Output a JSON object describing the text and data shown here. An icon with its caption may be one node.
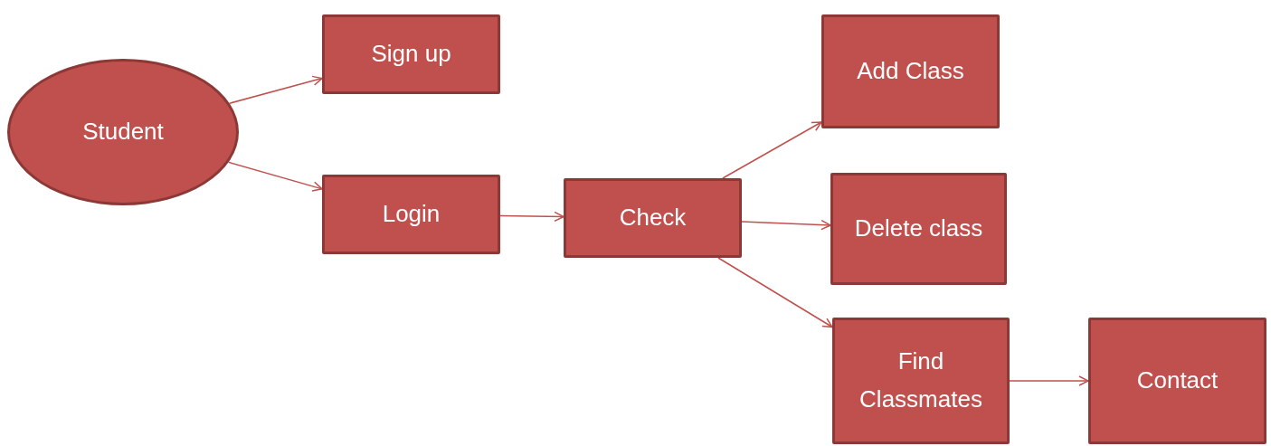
{
  "diagram": {
    "nodes": [
      {
        "text": [
          "Student"
        ]
      },
      {
        "text": [
          "Sign up"
        ]
      },
      {
        "text": [
          "Login"
        ]
      },
      {
        "text": [
          "Check"
        ]
      },
      {
        "text": [
          "Add Class"
        ]
      },
      {
        "text": [
          "Delete class"
        ]
      },
      {
        "text": [
          "Find Classmates"
        ]
      },
      {
        "text": [
          "Contact"
        ]
      }
    ],
    "edges": [
      {
        "from": 0,
        "to": 1,
        "arrow": "to"
      },
      {
        "from": 0,
        "to": 2,
        "arrow": "to"
      },
      {
        "from": 2,
        "to": 3,
        "arrow": "to"
      },
      {
        "from": 3,
        "to": 4,
        "arrow": "to"
      },
      {
        "from": 3,
        "to": 5,
        "arrow": "to"
      },
      {
        "from": 3,
        "to": 6,
        "arrow": "to"
      },
      {
        "from": 6,
        "to": 7,
        "arrow": "to"
      }
    ]
  }
}
